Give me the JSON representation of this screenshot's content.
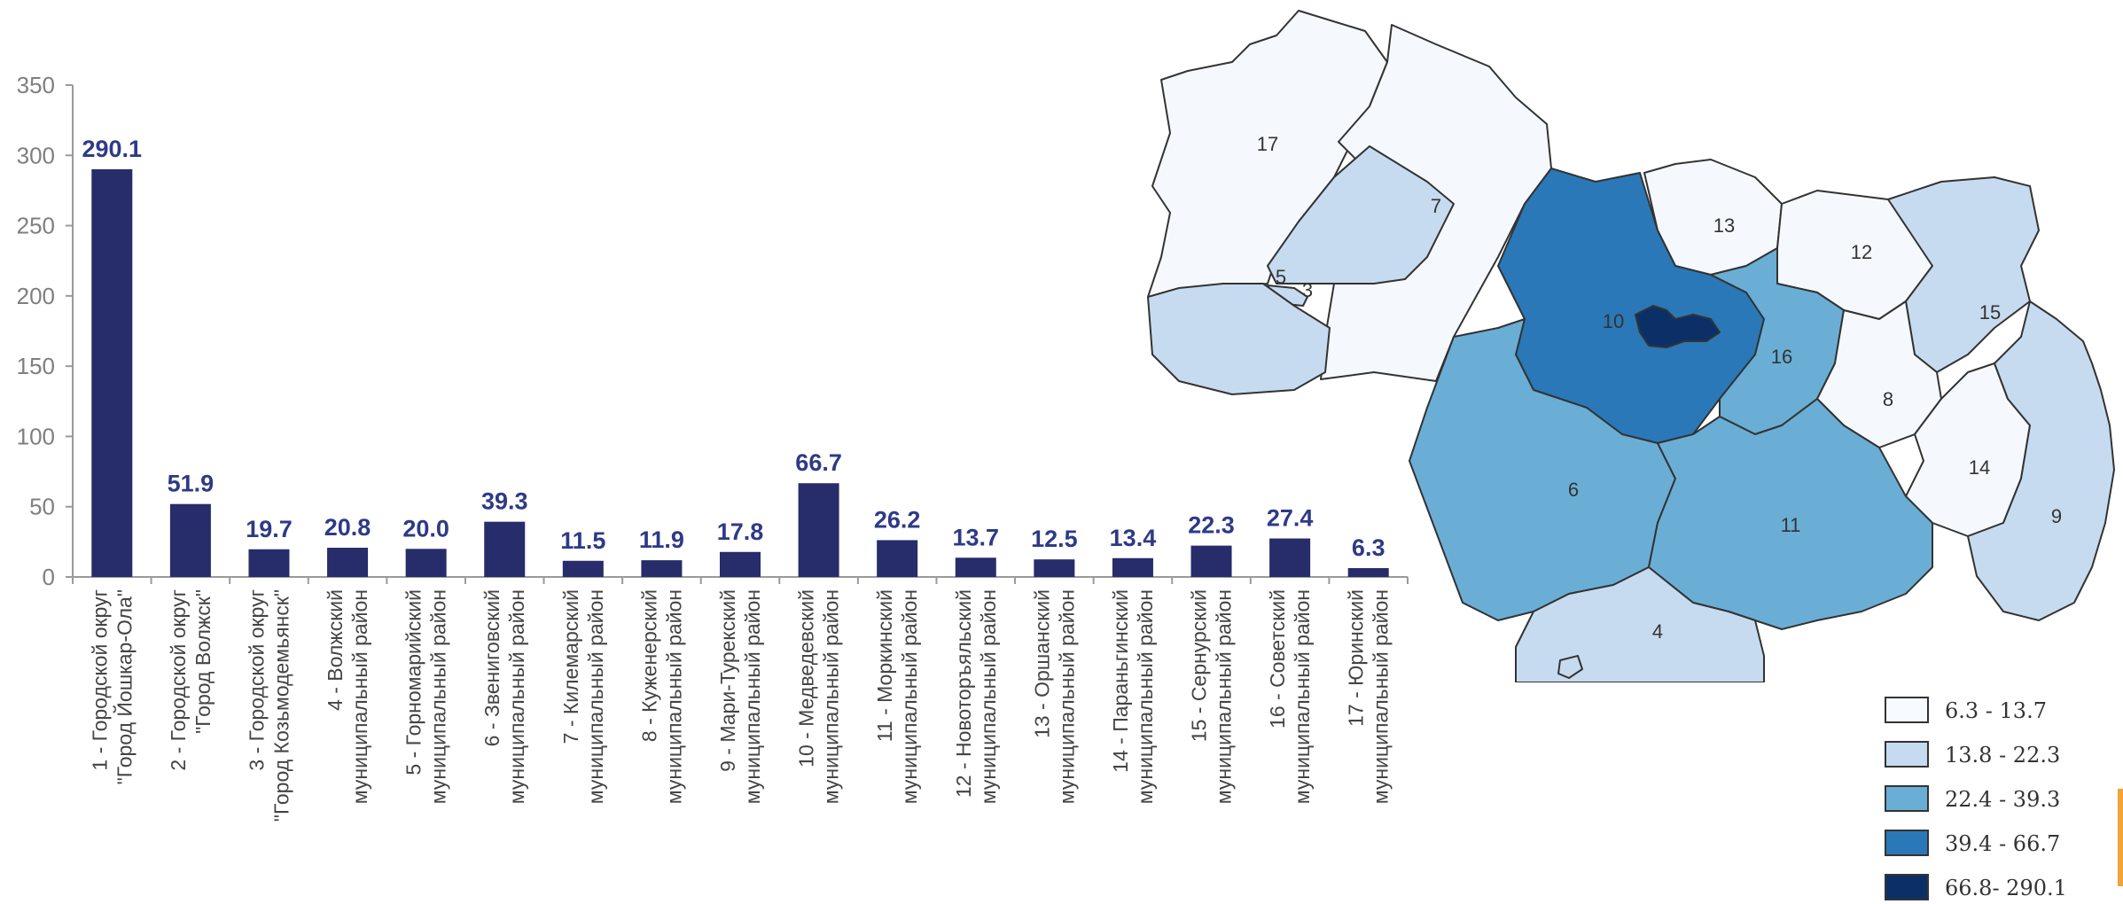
{
  "chart_data": {
    "type": "bar",
    "ylim": [
      0,
      350
    ],
    "yticks": [
      "0",
      "50",
      "100",
      "150",
      "200",
      "250",
      "300",
      "350"
    ],
    "grid": false,
    "legend_position": "bottom-right",
    "categories": [
      [
        "1 - Городской округ",
        "\"Город Йошкар-Ола\""
      ],
      [
        "2 - Городской округ",
        "\"Город Волжск\""
      ],
      [
        "3 - Городской округ",
        "\"Город Козьмодемьянск\""
      ],
      [
        "4 - Волжский",
        "муниципальный район"
      ],
      [
        "5 - Горномарийский",
        "муниципальный район"
      ],
      [
        "6 - Звениговский",
        "муниципальный район"
      ],
      [
        "7 - Килемарский",
        "муниципальный район"
      ],
      [
        "8 - Куженерский",
        "муниципальный район"
      ],
      [
        "9 - Мари-Турекский",
        "муниципальный район"
      ],
      [
        "10 - Медведевский",
        "муниципальный район"
      ],
      [
        "11 - Моркинский",
        "муниципальный район"
      ],
      [
        "12 - Новоторъяльский",
        "муниципальный район"
      ],
      [
        "13 - Оршанский",
        "муниципальный район"
      ],
      [
        "14 - Параньгинский",
        "муниципальный район"
      ],
      [
        "15 - Сернурский",
        "муниципальный район"
      ],
      [
        "16 - Советский",
        "муниципальный район"
      ],
      [
        "17 - Юринский",
        "муниципальный район"
      ]
    ],
    "values": [
      290.1,
      51.9,
      19.7,
      20.8,
      20.0,
      39.3,
      11.5,
      11.9,
      17.8,
      66.7,
      26.2,
      13.7,
      12.5,
      13.4,
      22.3,
      27.4,
      6.3
    ],
    "data_labels": [
      "290.1",
      "51.9",
      "19.7",
      "20.8",
      "20.0",
      "39.3",
      "11.5",
      "11.9",
      "17.8",
      "66.7",
      "26.2",
      "13.7",
      "12.5",
      "13.4",
      "22.3",
      "27.4",
      "6.3"
    ]
  },
  "colors": {
    "bar": "#272c6b",
    "data_label": "#2e3a87",
    "axis": "#9a9a9a",
    "tick_label": "#7f7f7f",
    "category_label": "#444444"
  },
  "map": {
    "district_numbers": [
      "17",
      "7",
      "5",
      "3",
      "13",
      "12",
      "15",
      "10",
      "16",
      "8",
      "14",
      "9",
      "6",
      "11",
      "4"
    ],
    "fills": {
      "17": "#f5f9fd",
      "7": "#f5f9fd",
      "5": "#c6dbef",
      "3": "#c6dbef",
      "13": "#f5f9fd",
      "12": "#f5f9fd",
      "15": "#c6dbef",
      "10": "#2a78b7",
      "city1": "#0b3068",
      "16": "#6aaed6",
      "8": "#f5f9fd",
      "14": "#f5f9fd",
      "9": "#c6dbef",
      "6": "#6aaed6",
      "11": "#6aaed6",
      "4": "#c6dbef"
    }
  },
  "legend": [
    {
      "label": "6.3 - 13.7",
      "color": "#f7fbff"
    },
    {
      "label": "13.8 - 22.3",
      "color": "#c6dbef"
    },
    {
      "label": "22.4 - 39.3",
      "color": "#6aaed6"
    },
    {
      "label": "39.4 - 66.7",
      "color": "#2a78b7"
    },
    {
      "label": "66.8- 290.1",
      "color": "#0b3068"
    }
  ]
}
